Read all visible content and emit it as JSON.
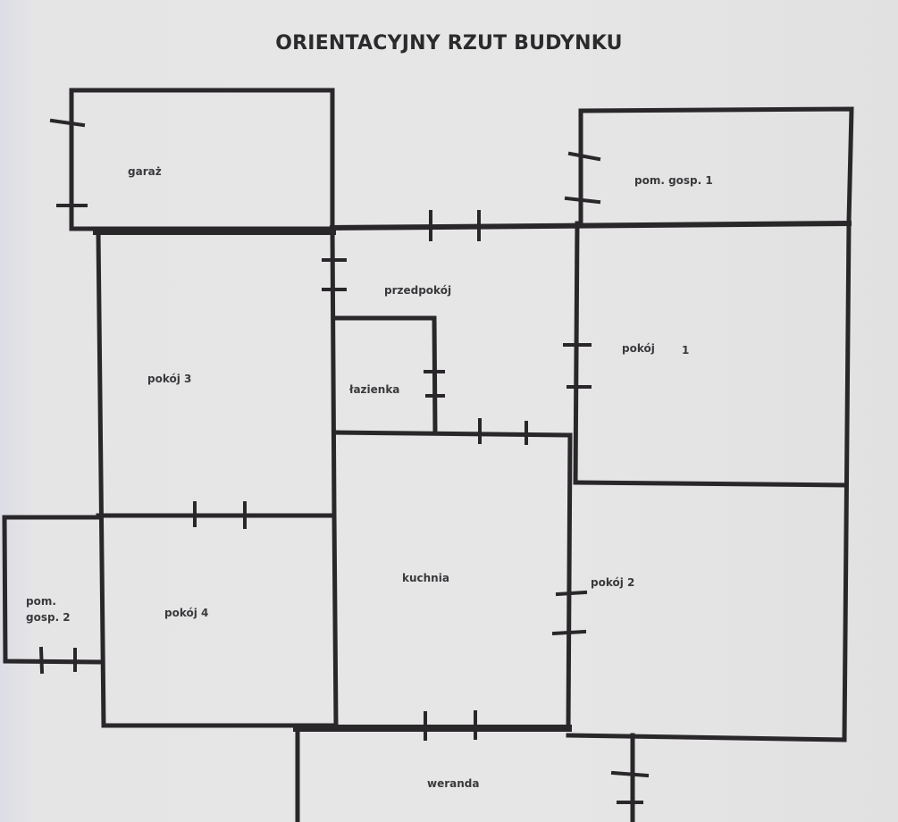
{
  "document": {
    "title": "ORIENTACYJNY RZUT BUDYNKU"
  },
  "rooms": {
    "garaz": "garaż",
    "pom_gosp_1": "pom. gosp. 1",
    "przedpokoj": "przedpokój",
    "pokoj_1_word": "pokój",
    "pokoj_1_num": "1",
    "pokoj_3": "pokój 3",
    "lazienka": "łazienka",
    "kuchnia": "kuchnia",
    "pokoj_2": "pokój 2",
    "pom_gosp_2_line1": "pom.",
    "pom_gosp_2_line2": "gosp. 2",
    "pokoj_4": "pokój 4",
    "weranda": "weranda"
  },
  "colors": {
    "wall": "#2a272a",
    "label": "#3a393c",
    "paper": "#e5e4e4"
  }
}
